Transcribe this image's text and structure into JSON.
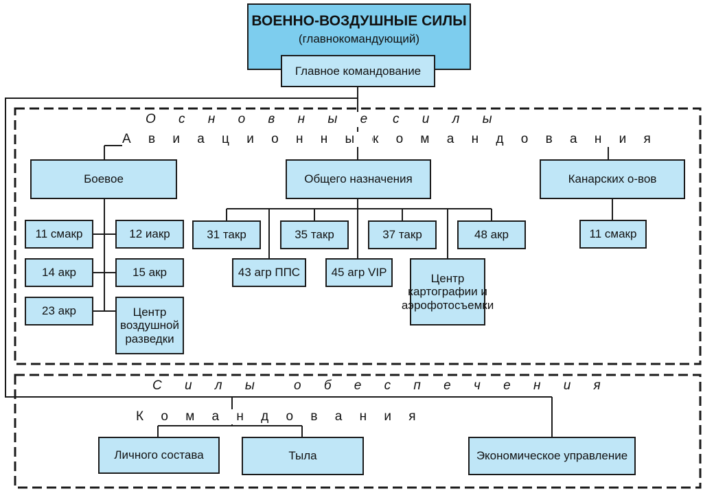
{
  "root": {
    "title": "ВОЕННО-ВОЗДУШНЫЕ СИЛЫ",
    "subtitle": "(главнокомандующий)",
    "main_command": "Главное командование"
  },
  "main_forces": {
    "label_left": "О с н о в н ы е",
    "label_right": "с и л ы",
    "aviation_left": "А в и а ц и о н н ы е",
    "aviation_right": "к о м а н д о в а н и я",
    "combat": {
      "title": "Боевое",
      "units": [
        "11 смакр",
        "12 иакр",
        "14 акр",
        "15 акр",
        "23 акр",
        "Центр воздушной разведки"
      ]
    },
    "general": {
      "title": "Общего назначения",
      "units": [
        "31 такр",
        "35 такр",
        "37 такр",
        "48 акр",
        "43 агр ППС",
        "45 агр VIP",
        "Центр картографии и аэрофотосъемки"
      ]
    },
    "canary": {
      "title": "Канарских о-вов",
      "units": [
        "11 смакр"
      ]
    }
  },
  "support_forces": {
    "label_left": "С и л ы",
    "label_right": "о б е с п е ч е н и я",
    "commands_label": "К о м а н д о в а н и я",
    "units": [
      "Личного состава",
      "Тыла",
      "Экономическое управление"
    ]
  }
}
